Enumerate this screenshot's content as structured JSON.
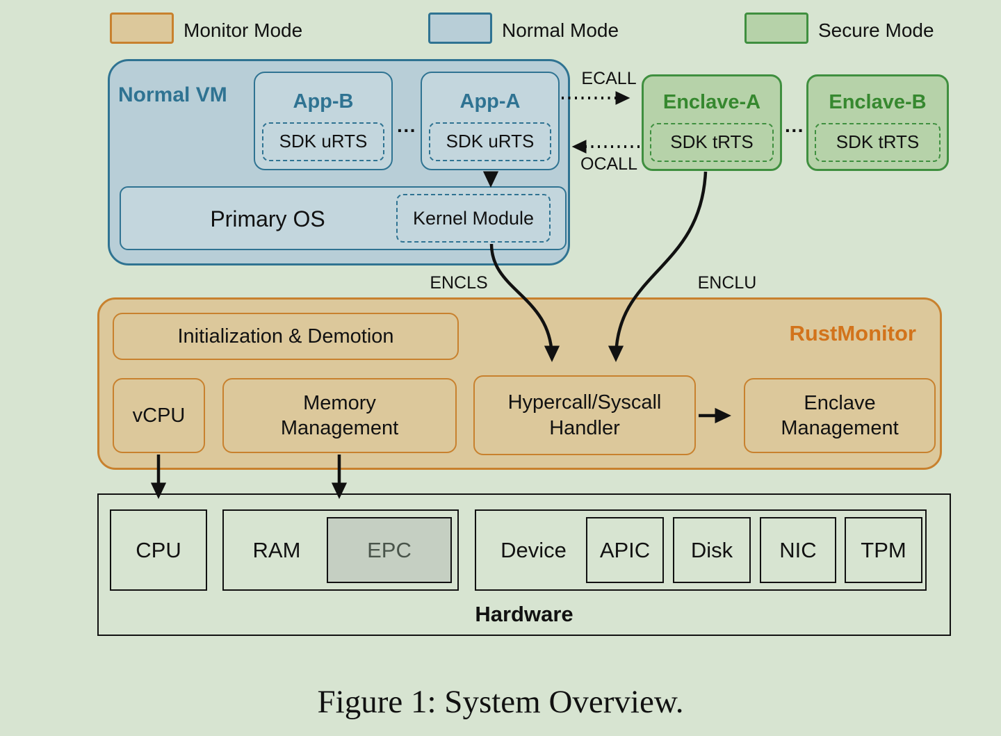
{
  "colors": {
    "bg": "#d7e4d1",
    "blue-fill": "#b8ced7",
    "blue-inner": "#c3d6dd",
    "blue-border": "#2f7392",
    "blue-text": "#2f7392",
    "green-fill": "#b6d2a9",
    "green-border": "#3f8f3f",
    "green-text": "#36882f",
    "tan-fill": "#dcc89b",
    "orange-border": "#c8812e",
    "orange-text": "#d2731b",
    "epc-fill": "#c5cfc2",
    "epc-text": "#49544a",
    "ink": "#111111"
  },
  "legend": {
    "items": [
      {
        "label": "Monitor Mode"
      },
      {
        "label": "Normal Mode"
      },
      {
        "label": "Secure Mode"
      }
    ]
  },
  "normal_vm": {
    "title": "Normal VM",
    "app_b": {
      "title": "App-B",
      "runtime": "SDK uRTS"
    },
    "app_a": {
      "title": "App-A",
      "runtime": "SDK uRTS"
    },
    "ellipsis": "···",
    "primary_os": {
      "title": "Primary OS",
      "kernel_module": "Kernel Module"
    }
  },
  "secure": {
    "enclave_a": {
      "title": "Enclave-A",
      "runtime": "SDK tRTS"
    },
    "enclave_b": {
      "title": "Enclave-B",
      "runtime": "SDK tRTS"
    },
    "ellipsis": "···"
  },
  "flows": {
    "ecall": "ECALL",
    "ocall": "OCALL",
    "encls": "ENCLS",
    "enclu": "ENCLU"
  },
  "rust_monitor": {
    "title": "RustMonitor",
    "init_demotion": "Initialization & Demotion",
    "vcpu": "vCPU",
    "memory_management": "Memory Management",
    "hypercall_handler": "Hypercall/Syscall Handler",
    "enclave_management": "Enclave Management"
  },
  "hardware": {
    "title": "Hardware",
    "cpu": "CPU",
    "ram": "RAM",
    "epc": "EPC",
    "device": "Device",
    "peripherals": [
      "APIC",
      "Disk",
      "NIC",
      "TPM"
    ]
  },
  "caption": "Figure 1: System Overview."
}
